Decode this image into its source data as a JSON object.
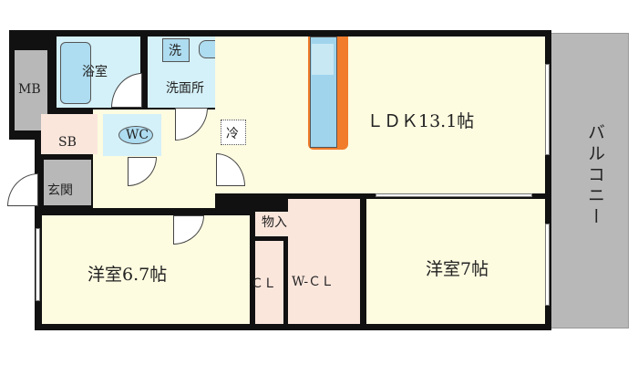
{
  "rooms": {
    "mb": "MB",
    "bath": "浴室",
    "washer": "洗",
    "washroom": "洗面所",
    "sb": "SB",
    "wc": "WC",
    "entrance": "玄関",
    "fridge": "冷",
    "ldk": "ＬＤＫ13.1帖",
    "storage": "物入",
    "cl": "ＣＬ",
    "wcl": "W-ＣＬ",
    "western_room_1": "洋室6.7帖",
    "western_room_2": "洋室7帖",
    "balcony": "バルコニー"
  },
  "colors": {
    "wall": "#111111",
    "living": "#fdfbe0",
    "wet": "#d4f0f8",
    "closet": "#fbe6dc",
    "service": "#b8b8b8",
    "kitchen": "#f07c2c"
  }
}
